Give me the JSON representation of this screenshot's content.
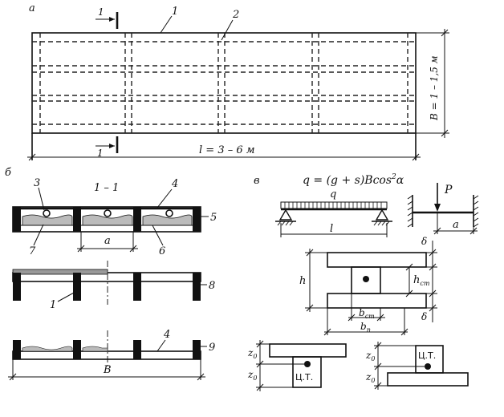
{
  "panels": {
    "a": {
      "letter": "а",
      "section_mark": "1",
      "leader_1": "1",
      "leader_2": "2",
      "dim_width": "B = 1 – 1,5 м",
      "dim_length": "l = 3 – 6 м"
    },
    "b": {
      "letter": "б",
      "section_title": "1 – 1",
      "labels": {
        "n3": "3",
        "n4": "4",
        "n5": "5",
        "n6": "6",
        "n7": "7",
        "n1": "1",
        "n8": "8",
        "n4b": "4",
        "n9": "9"
      },
      "dim_a": "a",
      "dim_B": "B"
    },
    "v": {
      "letter": "в",
      "formula_left": "q = (g + s)Bcos",
      "formula_exp": "2",
      "formula_right": "α",
      "load_q": "q",
      "span_l": "l",
      "force_P": "P",
      "span_a": "a",
      "section": {
        "h": "h",
        "delta": "δ",
        "h_main": "h",
        "h_sub": "ст",
        "b_st_main": "b",
        "b_st_sub": "ст",
        "b_p_main": "b",
        "b_p_sub": "п"
      },
      "ct_label": "Ц.Т.",
      "z_main": "z",
      "z_sub": "0"
    }
  }
}
